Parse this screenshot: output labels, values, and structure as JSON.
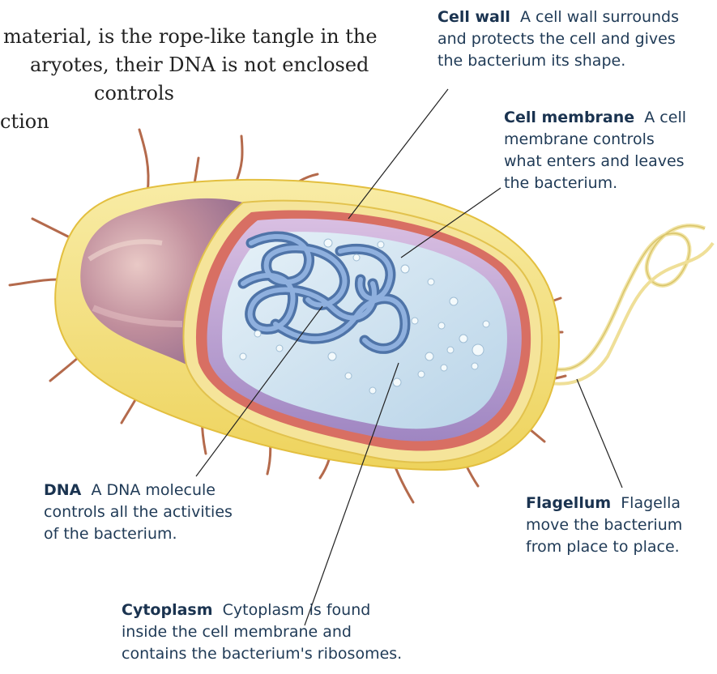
{
  "intro_text": {
    "lines": [
      "material, is the rope-like tangle in the",
      "aryotes, their DNA is not enclosed",
      "controls",
      "ction"
    ]
  },
  "labels": {
    "cell_wall": {
      "title": "Cell wall",
      "lines": [
        "A cell wall surrounds",
        "and protects the cell and gives",
        "the bacterium its shape."
      ]
    },
    "cell_membrane": {
      "title": "Cell membrane",
      "lines": [
        "A cell",
        "membrane controls",
        "what enters and leaves",
        "the bacterium."
      ]
    },
    "dna": {
      "title": "DNA",
      "lines": [
        "A DNA molecule",
        "controls all the activities",
        "of the bacterium."
      ]
    },
    "flagellum": {
      "title": "Flagellum",
      "lines": [
        "Flagella",
        "move the bacterium",
        "from place to place."
      ]
    },
    "cytoplasm": {
      "title": "Cytoplasm",
      "lines": [
        "Cytoplasm is found",
        "inside the cell membrane and",
        "contains the bacterium's ribosomes."
      ]
    }
  },
  "colors": {
    "wall": "#f3df86",
    "wall_edge": "#e8c64a",
    "membrane": "#c9a8d6",
    "membrane_edge": "#d35d56",
    "cytoplasm": "#cfe2f0",
    "dna": "#6f93c4",
    "body_outer": "#b98a9c",
    "pili": "#b46a4c",
    "leader_line": "#222222"
  }
}
